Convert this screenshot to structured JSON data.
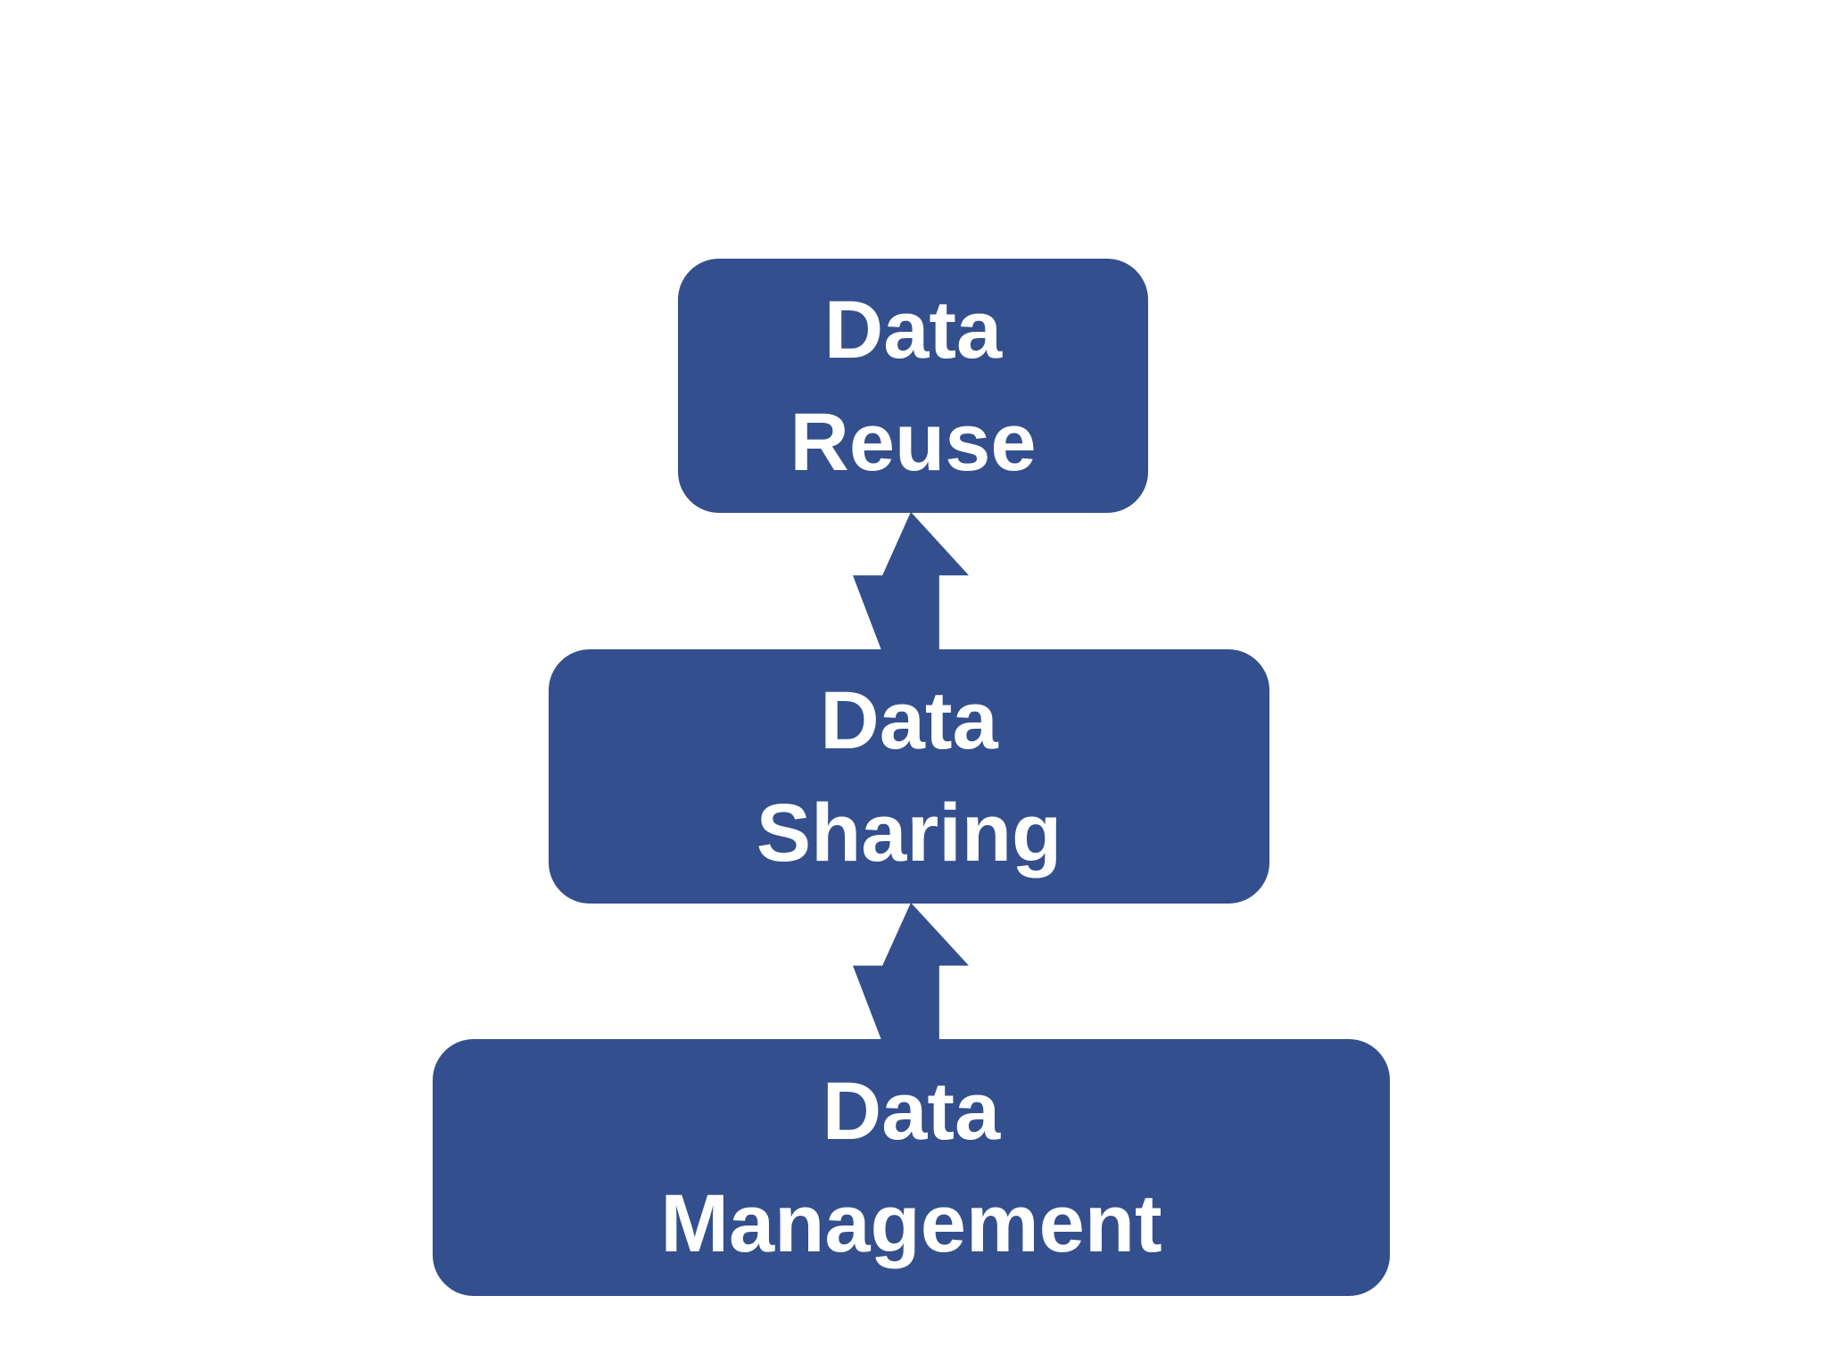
{
  "diagram": {
    "type": "stacked-flow",
    "colors": {
      "box": "#334F8D",
      "text": "#FFFFFF",
      "background": "#FFFFFF"
    },
    "boxes": [
      {
        "name": "data-reuse",
        "line1": "Data",
        "line2": "Reuse"
      },
      {
        "name": "data-sharing",
        "line1": "Data",
        "line2": "Sharing"
      },
      {
        "name": "data-management",
        "line1": "Data",
        "line2": "Management"
      }
    ],
    "arrows": [
      {
        "name": "arrow-management-to-sharing",
        "direction": "up"
      },
      {
        "name": "arrow-sharing-to-reuse",
        "direction": "up"
      }
    ]
  }
}
